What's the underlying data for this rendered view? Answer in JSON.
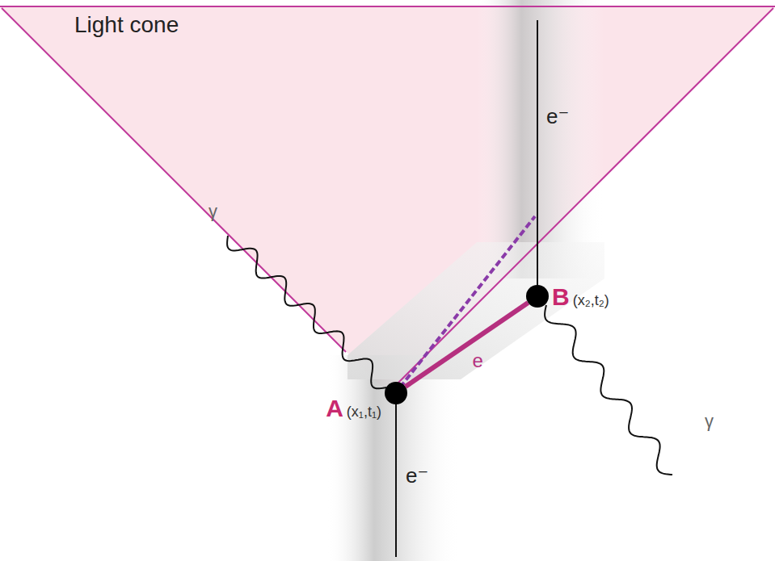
{
  "diagram": {
    "nodes": [
      {
        "text": [
          "A",
          "(x₁,t₁)"
        ]
      },
      {
        "text": [
          "B",
          "(x₂,t₂)"
        ]
      }
    ],
    "edges": [
      {
        "from": 0,
        "to": 1,
        "arrow": "none",
        "label": "e"
      }
    ],
    "labels": [
      "Light cone",
      "γ",
      "e⁻",
      "e⁻",
      "γ"
    ]
  }
}
